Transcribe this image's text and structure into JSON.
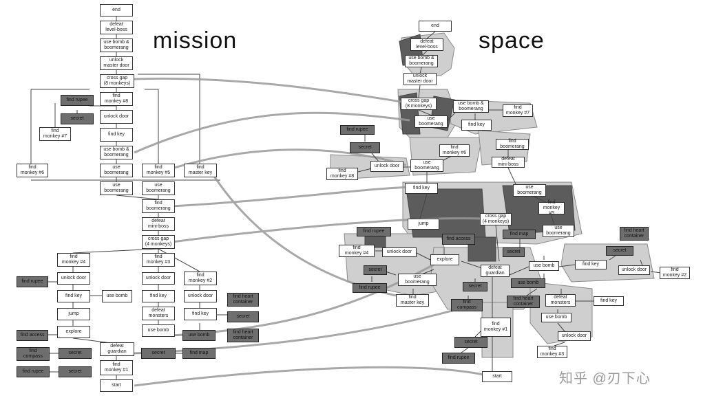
{
  "titles": {
    "mission": "mission",
    "space": "space"
  },
  "watermark": "知乎 @刃下心",
  "mission": {
    "end": "end",
    "defeat_level_boss": "defeat\nlevel-boss",
    "use_bomb_boomerang": "use bomb &\nboomerang",
    "unlock_master_door": "unlock\nmaster door",
    "cross_gap_8": "cross gap\n(8 monkeys)",
    "find_rupee_top": "find rupee",
    "find_monkey_8": "find\nmonkey #8",
    "secret_top": "secret",
    "unlock_door_top": "unlock door",
    "find_monkey_7": "find\nmonkey #7",
    "find_key_top": "find key",
    "use_bomb_boomerang_2": "use bomb &\nboomerang",
    "find_monkey_6": "find\nmonkey #6",
    "use_boomerang_1": "use\nboomerang",
    "find_monkey_5": "find\nmonkey #5",
    "find_master_key": "find\nmaster key",
    "use_boomerang_2": "use\nboomerang",
    "use_boomerang_3": "use\nboomerang",
    "find_boomerang": "find\nboomerang",
    "defeat_mini_boss": "defeat\nmini-boss",
    "cross_gap_4": "cross gap\n(4 monkeys)",
    "find_monkey_4": "find\nmonkey #4",
    "find_monkey_3": "find\nmonkey #3",
    "find_monkey_2": "find\nmonkey #2",
    "find_rupee_left": "find rupee",
    "unlock_door_left": "unlock door",
    "unlock_door_mid": "unlock door",
    "unlock_door_right": "unlock door",
    "find_key_left": "find key",
    "use_bomb_mid": "use bomb",
    "find_key_mid": "find key",
    "find_key_right": "find key",
    "find_heart_container_1": "find heart\ncontainer",
    "jump": "jump",
    "defeat_monsters": "defeat\nmonsters",
    "secret_right": "secret",
    "find_access": "find access",
    "explore": "explore",
    "use_bomb_low": "use bomb",
    "use_bomb_dark": "use bomb",
    "find_heart_container_2": "find heart\ncontainer",
    "find_compass": "find\ncompass",
    "secret_low_left": "secret",
    "defeat_guardian": "defeat\nguardian",
    "secret_low_mid": "secret",
    "find_map": "find map",
    "find_rupee_bottom": "find rupee",
    "secret_bottom": "secret",
    "find_monkey_1": "find\nmonkey #1",
    "start": "start"
  },
  "space": {
    "end": "end",
    "defeat_level_boss": "defeat\nlevel-boss",
    "use_bomb_boomerang": "use bomb &\nboomerang",
    "unlock_master_door": "unlock\nmaster door",
    "cross_gap_8": "cross gap\n(8 monkeys)",
    "use_boomerang_a": "use\nboomerang",
    "use_bomb_boomerang_2": "use bomb &\nboomerang",
    "find_monkey_7": "find\nmonkey #7",
    "find_key_top": "find key",
    "find_rupee_top": "find rupee",
    "secret_top": "secret",
    "find_monkey_8": "find\nmonkey #8",
    "unlock_door_top": "unlock door",
    "find_monkey_6": "find\nmonkey #6",
    "use_boomerang_b": "use\nboomerang",
    "find_boomerang": "find\nboomerang",
    "defeat_mini_boss": "defeat\nmini-boss",
    "find_key_mid": "find key",
    "use_boomerang_c": "use\nboomerang",
    "find_monkey_5": "find\nmonkey #5",
    "jump": "jump",
    "cross_gap_4": "cross gap\n(4 monkeys)",
    "use_boomerang_d": "use\nboomerang",
    "find_rupee_mid": "find rupee",
    "find_monkey_4": "find\nmonkey #4",
    "unlock_door_left": "unlock door",
    "find_access": "find access",
    "find_map": "find map",
    "find_heart_container_1": "find heart\ncontainer",
    "explore": "explore",
    "secret_center": "secret",
    "secret_right": "secret",
    "use_bomb_center": "use bomb",
    "find_key_right": "find key",
    "unlock_door_right": "unlock door",
    "find_monkey_2": "find\nmonkey #2",
    "defeat_guardian": "defeat\nguardian",
    "secret_left": "secret",
    "use_boomerang_e": "use\nboomerang",
    "use_bomb_dark": "use bomb",
    "find_rupee_left": "find rupee",
    "secret_low": "secret",
    "find_master_key": "find\nmaster key",
    "find_compass": "find\ncompass",
    "find_heart_container_2": "find heart\ncontainer",
    "defeat_monsters": "defeat\nmonsters",
    "find_key_low": "find key",
    "use_bomb_low": "use bomb",
    "find_monkey_1": "find\nmonkey #1",
    "unlock_door_low": "unlock door",
    "secret_bottom": "secret",
    "find_monkey_3": "find\nmonkey #3",
    "find_rupee_bottom": "find rupee",
    "start": "start"
  },
  "colors": {
    "dark_node": "#6e6e6e",
    "room": "#c9c9c9",
    "room_dark": "#5c5c5c",
    "link": "#888888"
  }
}
